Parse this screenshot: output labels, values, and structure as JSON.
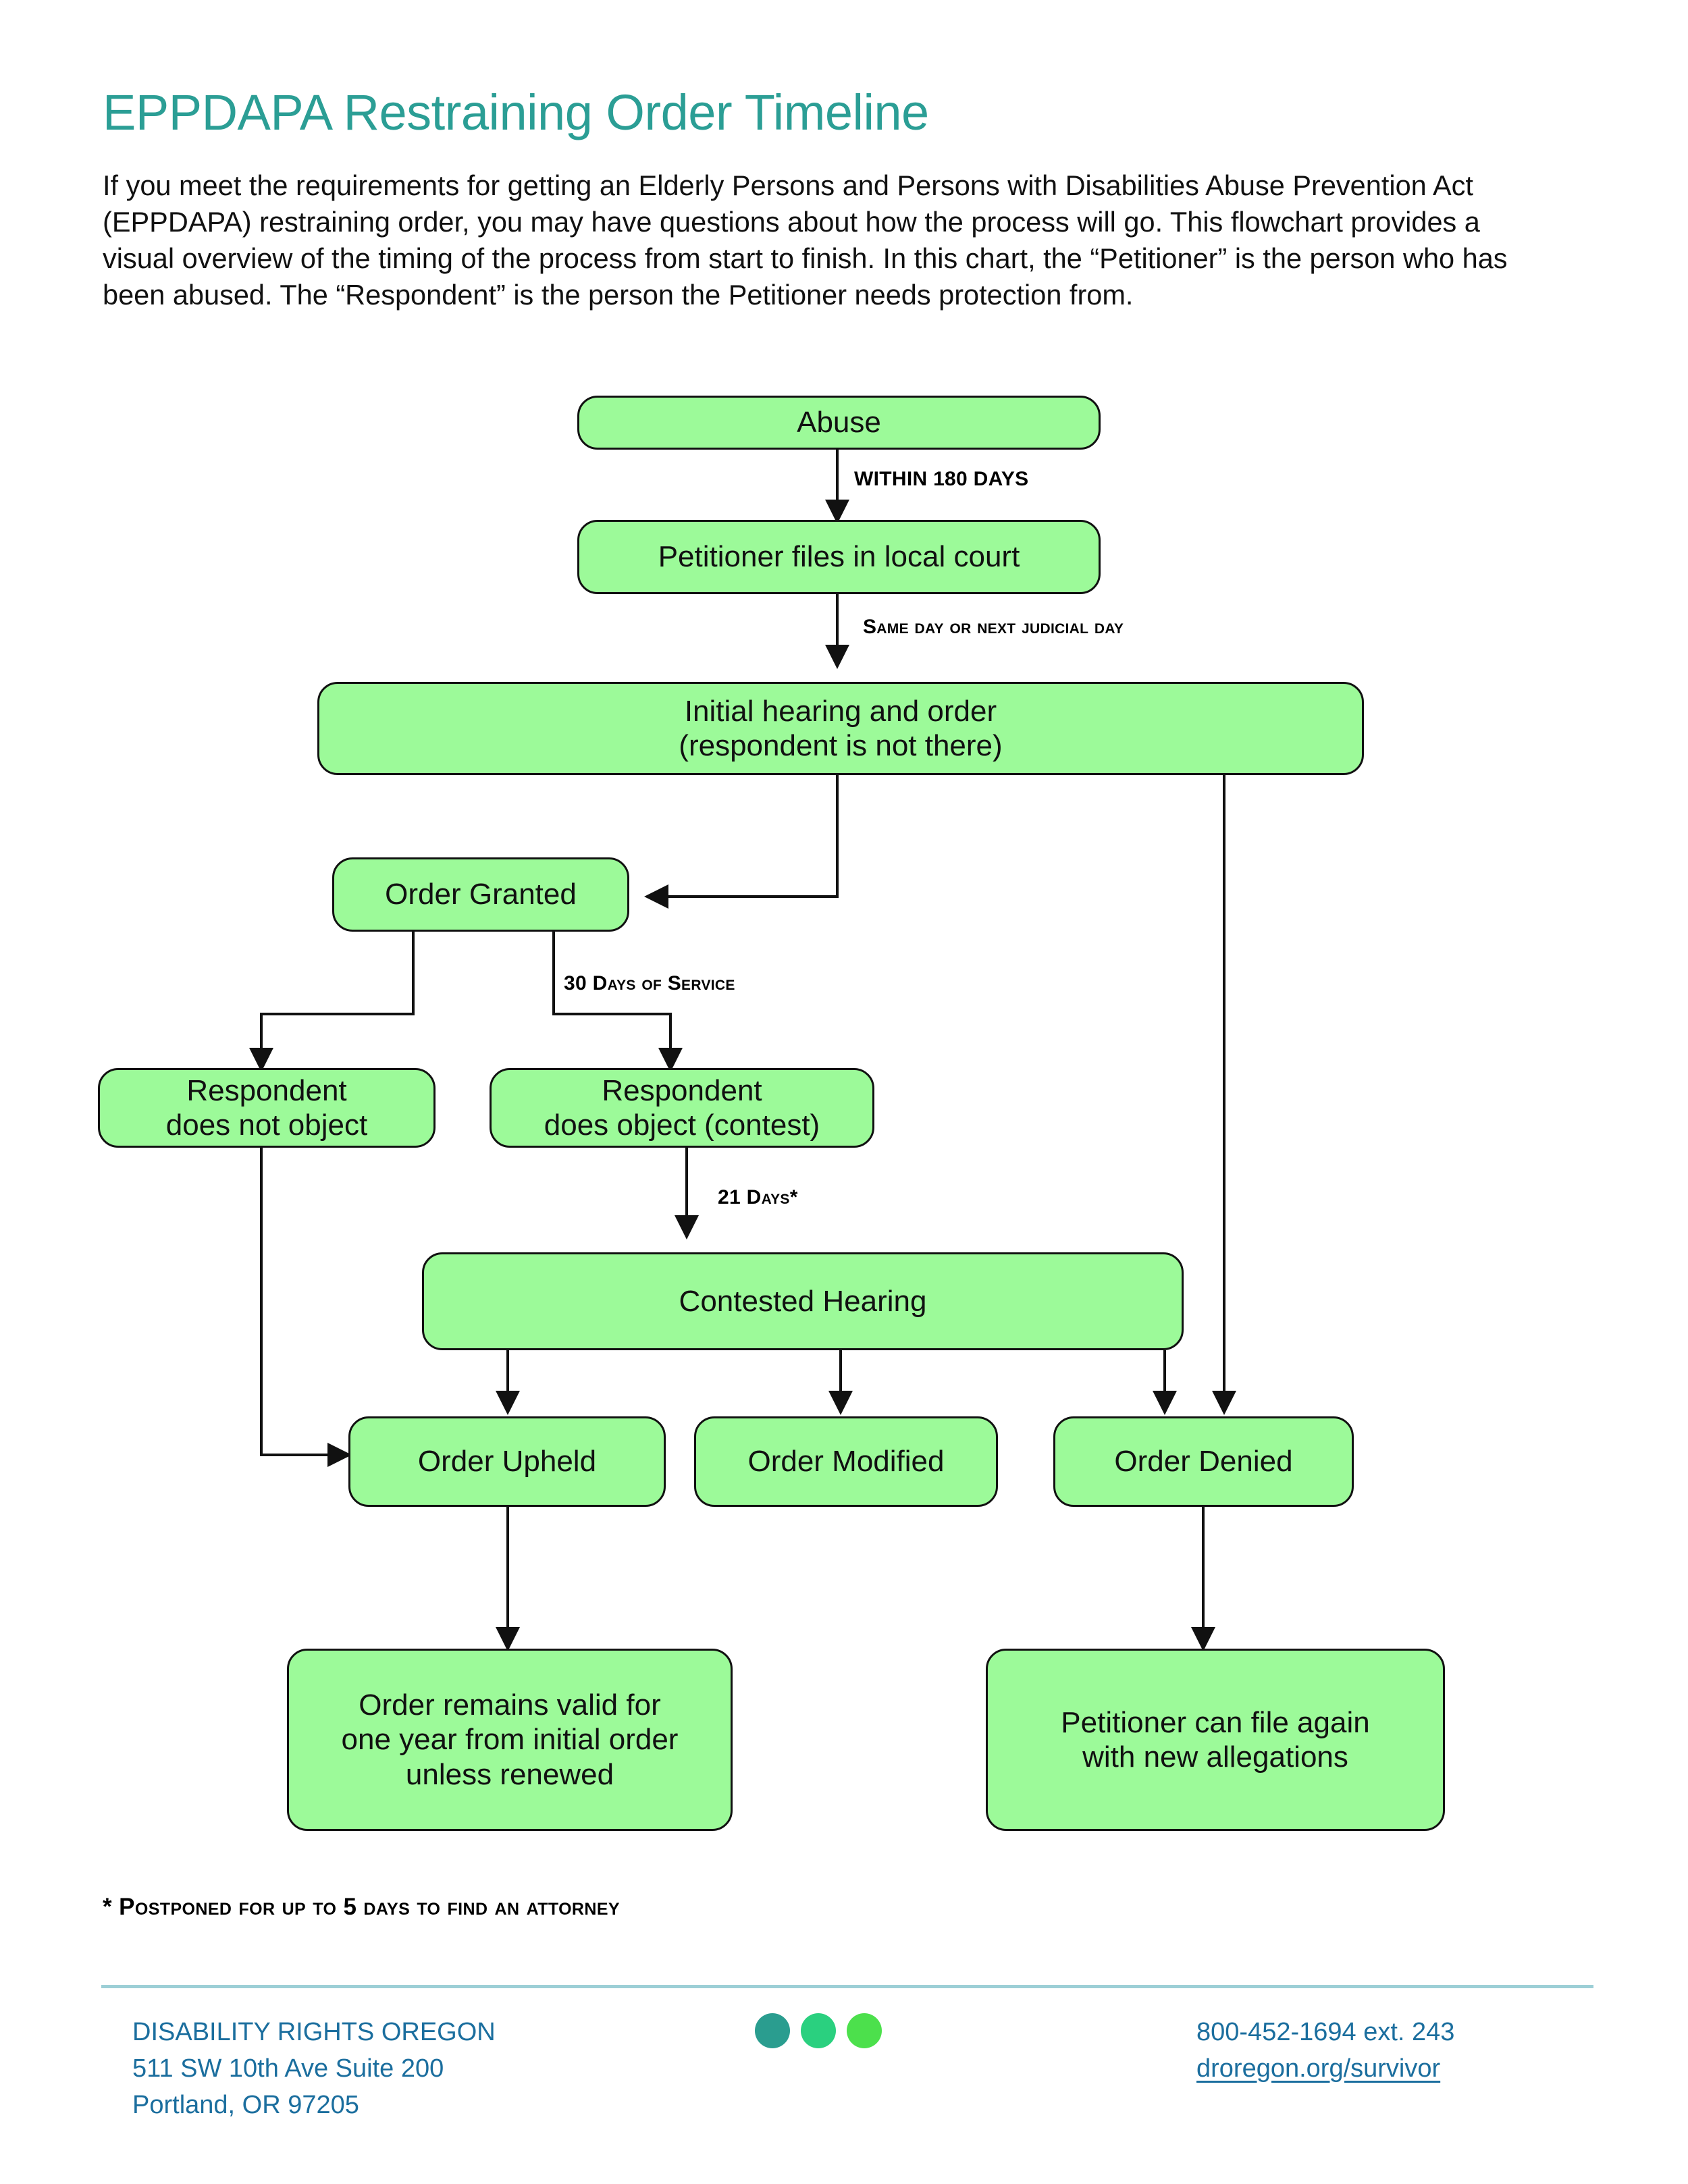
{
  "header": {
    "title": "EPPDAPA Restraining Order Timeline",
    "intro": "If you meet the requirements for getting an Elderly Persons and Persons with Disabilities Abuse Prevention Act (EPPDAPA) restraining order, you may have questions about how the process will go. This flowchart provides a visual overview of the timing of the process from start to finish. In this chart, the “Petitioner” is the person who has been abused. The “Respondent” is the person the Petitioner needs protection from."
  },
  "chart_data": {
    "type": "diagram",
    "title": "EPPDAPA Restraining Order Timeline",
    "node_fill": "#9CFA99",
    "node_stroke": "#111111",
    "nodes": [
      {
        "id": "abuse",
        "label": "Abuse"
      },
      {
        "id": "files",
        "label": "Petitioner files in local court"
      },
      {
        "id": "initial",
        "label": "Initial hearing and order\n(respondent is not there)"
      },
      {
        "id": "granted",
        "label": "Order Granted"
      },
      {
        "id": "no_object",
        "label": "Respondent\ndoes not object"
      },
      {
        "id": "object",
        "label": "Respondent\ndoes object (contest)"
      },
      {
        "id": "contested",
        "label": "Contested Hearing"
      },
      {
        "id": "upheld",
        "label": "Order Upheld"
      },
      {
        "id": "modified",
        "label": "Order Modified"
      },
      {
        "id": "denied",
        "label": "Order Denied"
      },
      {
        "id": "valid",
        "label": "Order remains valid for\none year from initial order\nunless renewed"
      },
      {
        "id": "refile",
        "label": "Petitioner can file again\nwith new allegations"
      }
    ],
    "edges": [
      {
        "from": "abuse",
        "to": "files",
        "label": "WITHIN 180 DAYS"
      },
      {
        "from": "files",
        "to": "initial",
        "label": "Same day or next judicial day"
      },
      {
        "from": "initial",
        "to": "granted",
        "label": ""
      },
      {
        "from": "initial",
        "to": "denied",
        "label": ""
      },
      {
        "from": "granted",
        "to": "no_object",
        "label": ""
      },
      {
        "from": "granted",
        "to": "object",
        "label": "30 Days of Service"
      },
      {
        "from": "object",
        "to": "contested",
        "label": "21 Days*"
      },
      {
        "from": "contested",
        "to": "upheld",
        "label": ""
      },
      {
        "from": "contested",
        "to": "modified",
        "label": ""
      },
      {
        "from": "contested",
        "to": "denied",
        "label": ""
      },
      {
        "from": "no_object",
        "to": "upheld",
        "label": ""
      },
      {
        "from": "upheld",
        "to": "valid",
        "label": ""
      },
      {
        "from": "denied",
        "to": "refile",
        "label": ""
      }
    ],
    "edge_labels": {
      "within_180": "WITHIN 180 DAYS",
      "same_day": "Same day or next judicial day",
      "service_30": "30 Days of Service",
      "days_21": "21 Days*"
    }
  },
  "footnote": "* Postponed for up to 5 days to find an attorney",
  "footer": {
    "org": "DISABILITY RIGHTS OREGON",
    "address_line1": "511 SW 10th Ave Suite 200",
    "address_line2": "Portland, OR 97205",
    "phone": "800-452-1694 ext. 243",
    "website": "droregon.org/survivor",
    "logo_colors": [
      "#2a9d8f",
      "#2ad07f",
      "#4ce04c"
    ]
  }
}
